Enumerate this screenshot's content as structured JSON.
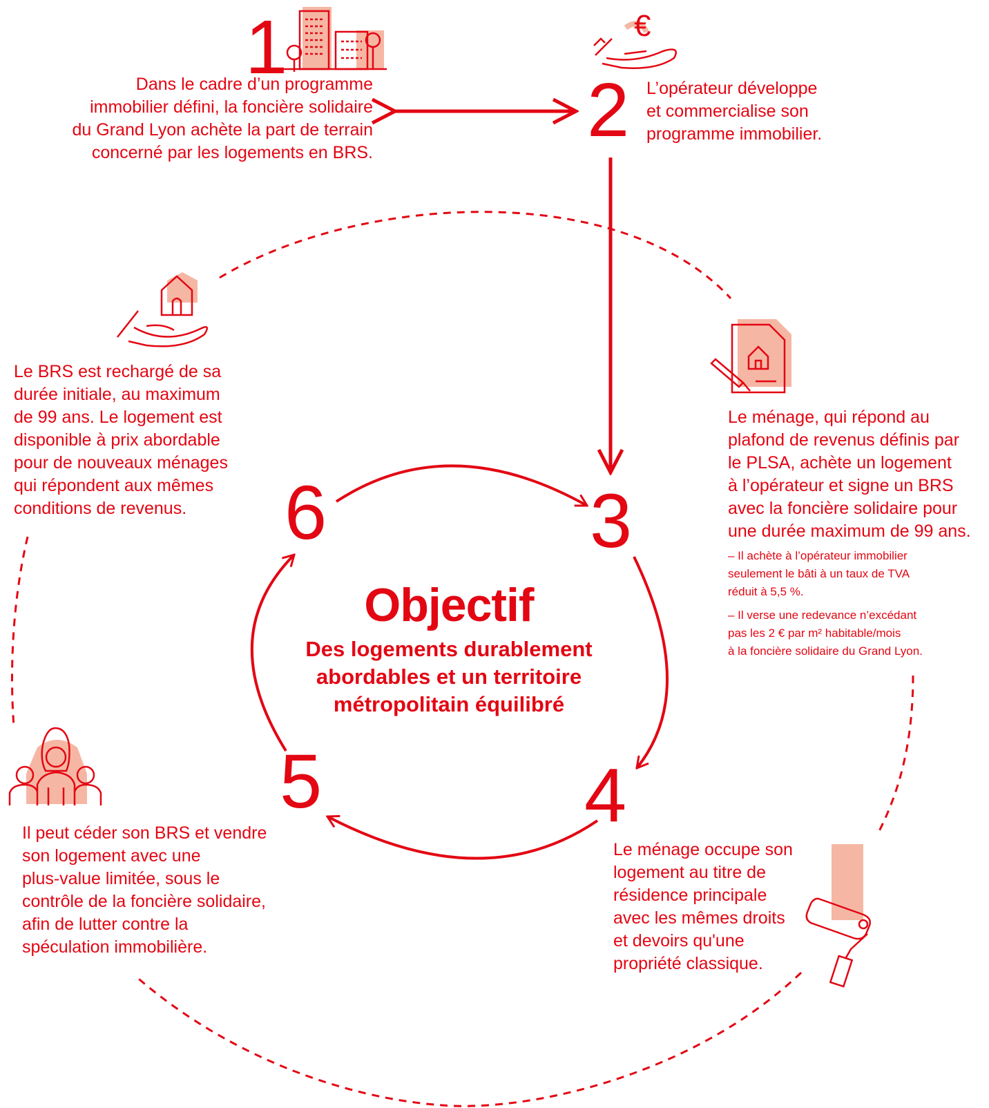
{
  "colors": {
    "accent": "#e30613",
    "accent_light": "#f5b7a4"
  },
  "center": {
    "title": "Objectif",
    "subtitle_lines": [
      "Des logements durablement",
      "abordables et un territoire",
      "métropolitain équilibré"
    ]
  },
  "steps": [
    {
      "number": "1",
      "icon": "buildings-icon",
      "lines": [
        "Dans le cadre d’un programme",
        "immobilier défini, la foncière solidaire",
        "du Grand Lyon achète la part de terrain",
        "concerné par les logements en BRS."
      ]
    },
    {
      "number": "2",
      "icon": "hand-euro-icon",
      "lines": [
        "L’opérateur développe",
        "et commercialise son",
        "programme immobilier."
      ]
    },
    {
      "number": "3",
      "icon": "contract-signature-icon",
      "lines": [
        "Le ménage, qui répond au",
        "plafond de revenus définis par",
        "le PLSA, achète un logement",
        "à l’opérateur et signe un BRS",
        "avec la foncière solidaire pour",
        "une durée maximum de 99 ans."
      ],
      "notes": [
        [
          "– Il achète à l’opérateur immobilier",
          "seulement le bâti à un taux de TVA",
          "réduit à 5,5 %."
        ],
        [
          "– Il verse une redevance n’excédant",
          "pas les 2 € par m² habitable/mois",
          "à la foncière solidaire du Grand Lyon."
        ]
      ]
    },
    {
      "number": "4",
      "icon": "paint-roller-icon",
      "lines": [
        "Le ménage occupe son",
        "logement au titre de",
        "résidence principale",
        "avec les mêmes droits",
        "et devoirs qu'une",
        "propriété classique."
      ]
    },
    {
      "number": "5",
      "icon": "people-group-icon",
      "lines": [
        "Il peut céder son BRS et vendre",
        "son logement avec une",
        "plus-value limitée, sous le",
        "contrôle de la foncière solidaire,",
        "afin de lutter contre la",
        "spéculation immobilière."
      ]
    },
    {
      "number": "6",
      "icon": "hand-house-icon",
      "lines": [
        "Le BRS est rechargé de sa",
        "durée initiale, au maximum",
        "de 99 ans. Le logement est",
        "disponible à prix abordable",
        "pour de nouveaux ménages",
        "qui répondent aux mêmes",
        "conditions de revenus."
      ]
    }
  ]
}
